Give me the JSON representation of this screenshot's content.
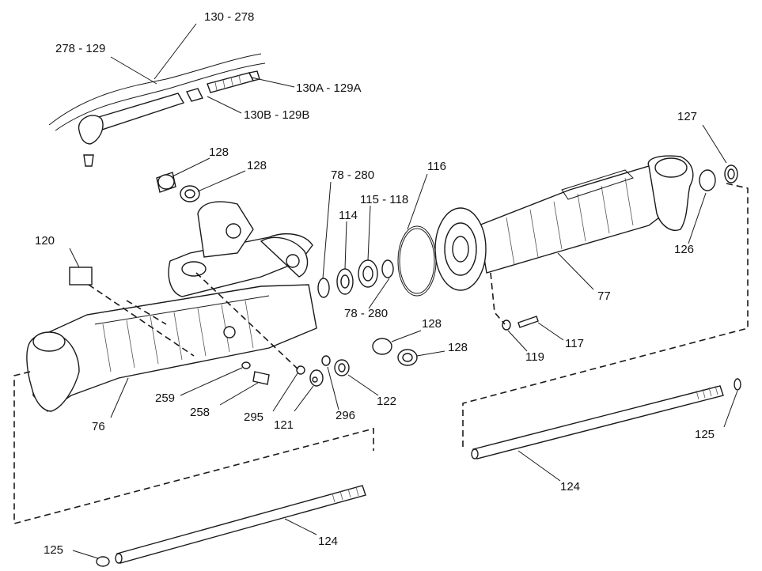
{
  "callouts": {
    "c130_278": "130 - 278",
    "c278_129": "278 - 129",
    "c130a_129a": "130A - 129A",
    "c130b_129b": "130B - 129B",
    "c128_a": "128",
    "c128_b": "128",
    "c78_280_a": "78 - 280",
    "c116": "116",
    "c115_118": "115 - 118",
    "c114": "114",
    "c127": "127",
    "c120": "120",
    "c126": "126",
    "c77": "77",
    "c78_280_b": "78 - 280",
    "c128_c": "128",
    "c128_d": "128",
    "c117": "117",
    "c119": "119",
    "c259": "259",
    "c258": "258",
    "c122": "122",
    "c295": "295",
    "c121": "121",
    "c296": "296",
    "c76": "76",
    "c125_a": "125",
    "c124_a": "124",
    "c124_b": "124",
    "c125_b": "125"
  }
}
